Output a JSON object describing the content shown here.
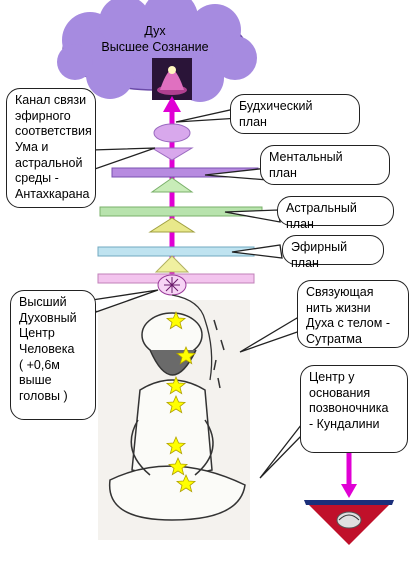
{
  "cloud": {
    "title": "Дух",
    "subtitle": "Высшее Сознание"
  },
  "planes": [
    {
      "label": "Будхический\nплан",
      "color": "#b78be0"
    },
    {
      "label": "Ментальный\nплан",
      "color": "#b8e3ad"
    },
    {
      "label": "Астральный план",
      "color": "#bfe3f0"
    },
    {
      "label": "Эфирный план",
      "color": "#f3c4ee"
    }
  ],
  "callouts": {
    "antahkarana": "Канал связи\nэфирного\nсоответствия\nУма и\nастральной\nсреды -\nАнтахкарана",
    "center": "Высший\nДуховный\nЦентр\nЧеловека\n( +0,6м\nвыше\nголовы )",
    "sutratma": "Связующая\nнить жизни\nДуха с телом -\nСутратма",
    "kundalini": "Центр у\nоснования\nпозвоночника\n- Кундалини"
  },
  "colors": {
    "cloud": "#a68be0",
    "axis": "#e000d4",
    "cone": "#f0f0a0",
    "star": "#ffff00",
    "base_triangle": "#c0102a",
    "base_stripe": "#1b2f7a"
  }
}
